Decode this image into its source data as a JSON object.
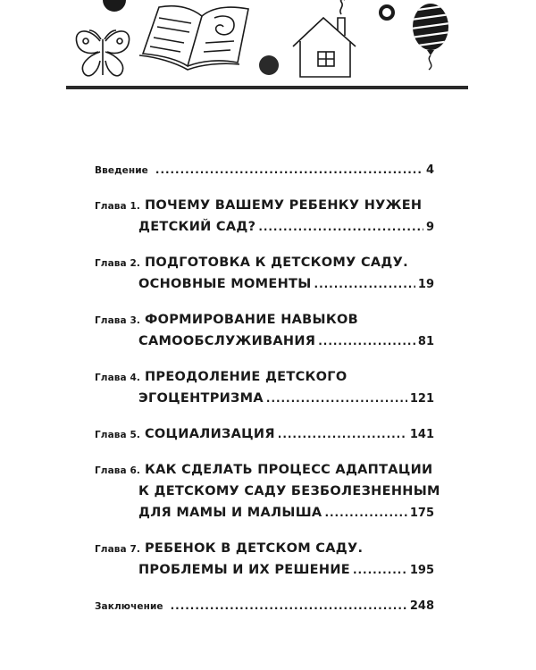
{
  "toc": {
    "intro": {
      "label": "Введение",
      "page": "4"
    },
    "chapters": [
      {
        "label": "Глава 1.",
        "lines": [
          "ПОЧЕМУ ВАШЕМУ РЕБЕНКУ НУЖЕН",
          "ДЕТСКИЙ САД?"
        ],
        "page": "9"
      },
      {
        "label": "Глава 2.",
        "lines": [
          "ПОДГОТОВКА К ДЕТСКОМУ САДУ.",
          "ОСНОВНЫЕ МОМЕНТЫ"
        ],
        "page": "19"
      },
      {
        "label": "Глава 3.",
        "lines": [
          "ФОРМИРОВАНИЕ НАВЫКОВ",
          "САМООБСЛУЖИВАНИЯ"
        ],
        "page": "81"
      },
      {
        "label": "Глава 4.",
        "lines": [
          "ПРЕОДОЛЕНИЕ ДЕТСКОГО",
          "ЭГОЦЕНТРИЗМА"
        ],
        "page": "121"
      },
      {
        "label": "Глава 5.",
        "lines": [
          "СОЦИАЛИЗАЦИЯ"
        ],
        "page": "141"
      },
      {
        "label": "Глава 6.",
        "lines": [
          "КАК СДЕЛАТЬ ПРОЦЕСС АДАПТАЦИИ",
          "К ДЕТСКОМУ САДУ БЕЗБОЛЕЗНЕННЫМ",
          "ДЛЯ МАМЫ И МАЛЫША"
        ],
        "page": "175"
      },
      {
        "label": "Глава 7.",
        "lines": [
          "РЕБЕНОК В ДЕТСКОМ САДУ.",
          "ПРОБЛЕМЫ И ИХ РЕШЕНИЕ"
        ],
        "page": "195"
      }
    ],
    "conclusion": {
      "label": "Заключение",
      "page": "248"
    }
  },
  "decorations": [
    "butterfly-icon",
    "open-book-icon",
    "house-icon",
    "ball-icon",
    "ring-icon",
    "balloon-icon"
  ],
  "colors": {
    "ink": "#1a1a1a",
    "rule": "#2a2a2a",
    "background": "#ffffff"
  }
}
